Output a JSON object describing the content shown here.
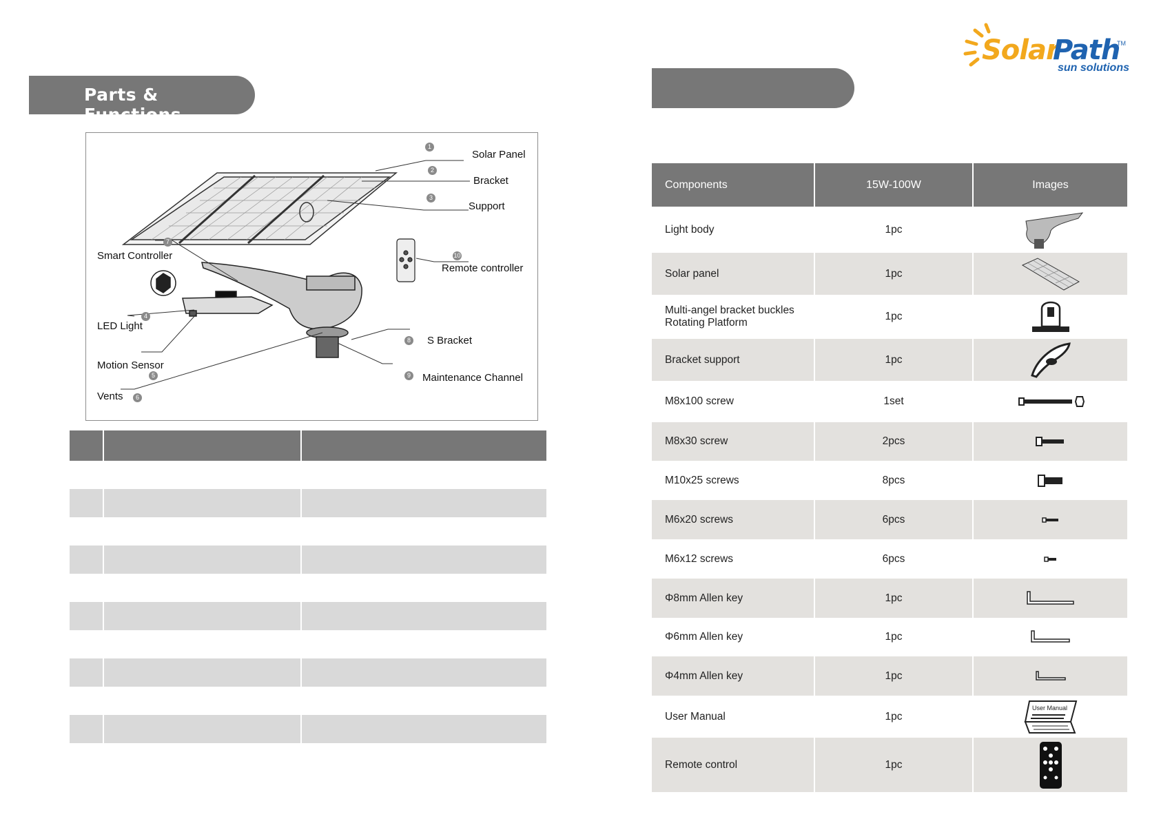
{
  "left_section": {
    "title": "Parts & Functions"
  },
  "diagram": {
    "labels": [
      {
        "num": "1",
        "text": "Solar Panel"
      },
      {
        "num": "2",
        "text": "Bracket"
      },
      {
        "num": "3",
        "text": "Support"
      },
      {
        "num": "4",
        "text": "LED Light"
      },
      {
        "num": "5",
        "text": "Motion Sensor"
      },
      {
        "num": "6",
        "text": "Vents"
      },
      {
        "num": "7",
        "text": "Smart Controller"
      },
      {
        "num": "8",
        "text": "S Bracket"
      },
      {
        "num": "9",
        "text": "Maintenance Channel"
      },
      {
        "num": "10",
        "text": "Remote controller"
      }
    ]
  },
  "logo": {
    "word1": "Solar",
    "word2": "Path",
    "tm": "TM",
    "tagline": "sun solutions",
    "colors": {
      "solar": "#f2a81d",
      "path": "#1f63b0"
    }
  },
  "right_table": {
    "headers": [
      "Components",
      "15W-100W",
      "Images"
    ],
    "rows": [
      {
        "component": "Light body",
        "qty": "1pc",
        "icon": "light-body-image"
      },
      {
        "component": "Solar panel",
        "qty": "1pc",
        "icon": "solar-panel-image"
      },
      {
        "component": "Multi-angel bracket buckles",
        "component_line2": "Rotating Platform",
        "qty": "1pc",
        "icon": "rotating-platform-image"
      },
      {
        "component": "Bracket support",
        "qty": "1pc",
        "icon": "bracket-support-image"
      },
      {
        "component": "M8x100 screw",
        "qty": "1set",
        "icon": "long-screw-image"
      },
      {
        "component": "M8x30 screw",
        "qty": "2pcs",
        "icon": "screw-image"
      },
      {
        "component": "M10x25 screws",
        "qty": "8pcs",
        "icon": "screw-image"
      },
      {
        "component": "M6x20 screws",
        "qty": "6pcs",
        "icon": "small-screw-image"
      },
      {
        "component": "M6x12 screws",
        "qty": "6pcs",
        "icon": "small-screw-image"
      },
      {
        "component": "Φ8mm Allen key",
        "qty": "1pc",
        "icon": "allen-key-image"
      },
      {
        "component": "Φ6mm Allen key",
        "qty": "1pc",
        "icon": "allen-key-image"
      },
      {
        "component": "Φ4mm Allen key",
        "qty": "1pc",
        "icon": "allen-key-image"
      },
      {
        "component": "User Manual",
        "qty": "1pc",
        "icon": "user-manual-image",
        "image_text": "User Manual"
      },
      {
        "component": "Remote control",
        "qty": "1pc",
        "icon": "remote-control-image"
      }
    ]
  },
  "colors": {
    "header_grey": "#777777",
    "row_grey": "#d9d9d9",
    "row_light": "#e3e1de"
  }
}
